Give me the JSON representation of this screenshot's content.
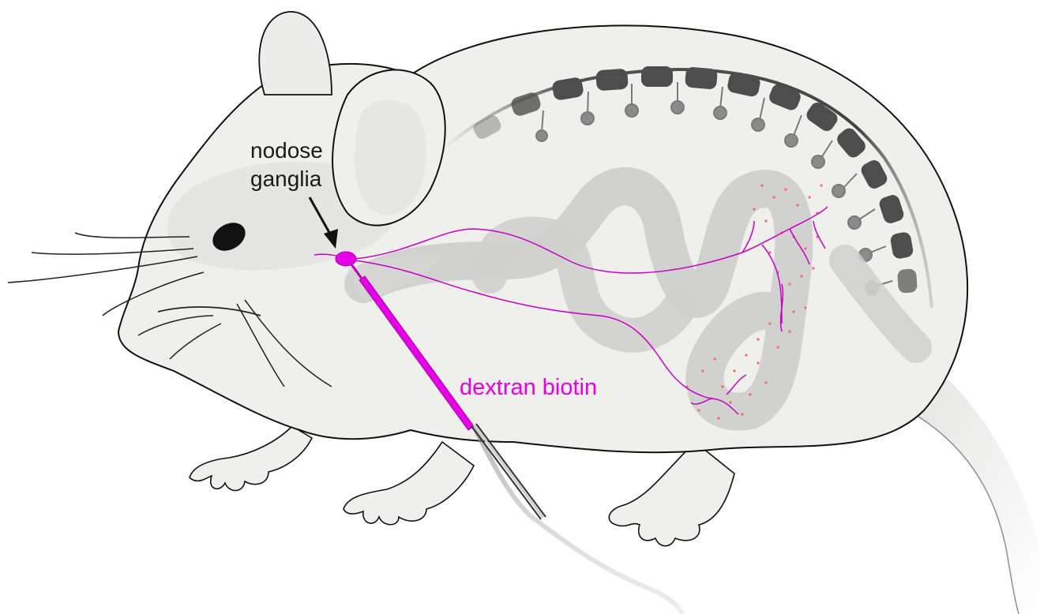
{
  "labels": {
    "ganglion_line1": "nodose",
    "ganglion_line2": "ganglia",
    "tracer": "dextran biotin"
  },
  "colors": {
    "tracer": "#e600e6",
    "neuron_fibers": "#c800c8",
    "terminal_dots": "#f06a6a",
    "body_fill": "#efefec",
    "body_outline": "#111111",
    "spine": "#4d4d4d",
    "gut": "#cfcfcd"
  },
  "icons": {
    "ganglion": "ganglion-oval-icon",
    "arrow": "arrow-icon",
    "needle": "injection-needle-icon"
  }
}
